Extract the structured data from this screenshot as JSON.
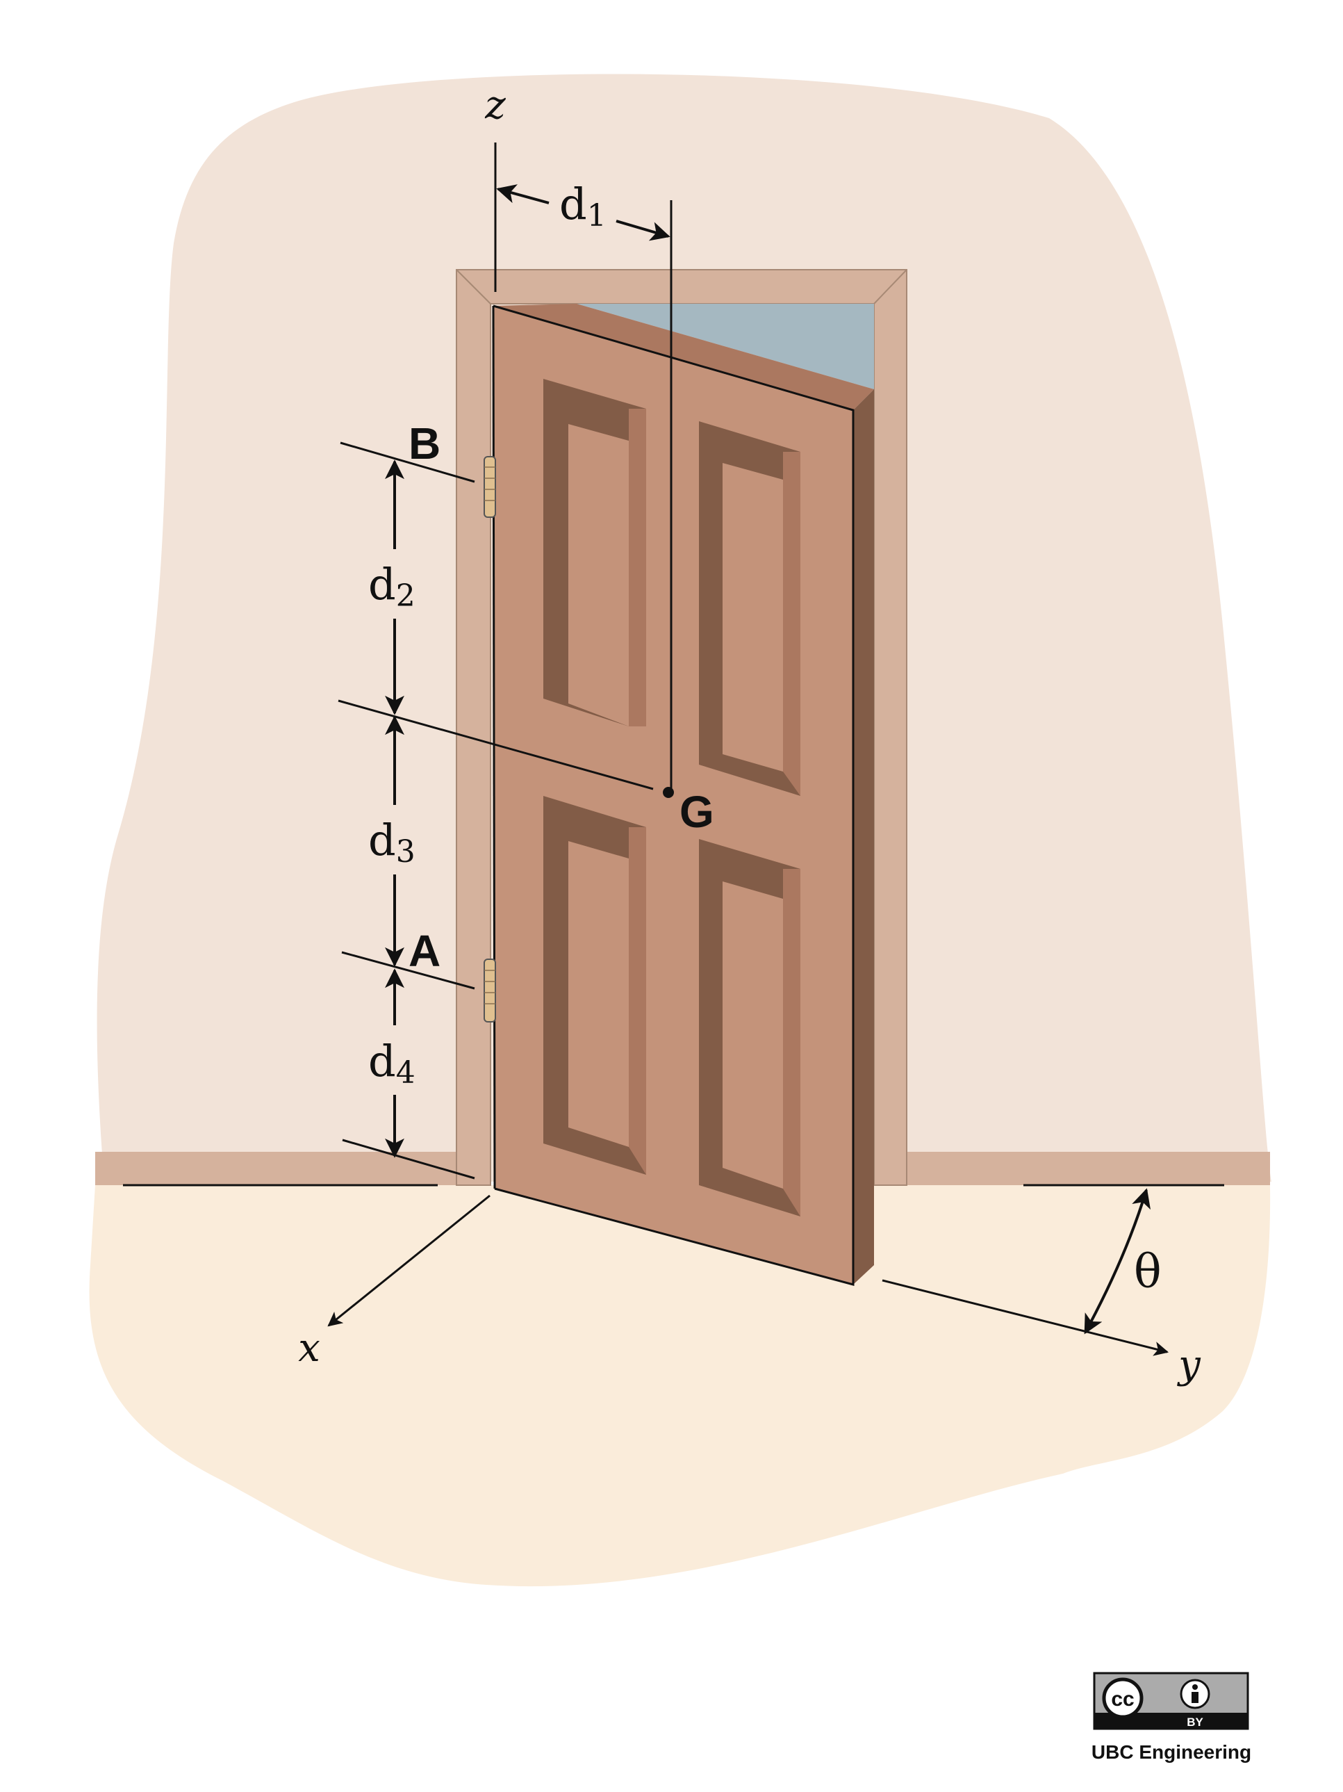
{
  "labels": {
    "axis_z": "z",
    "axis_x": "x",
    "axis_y": "y",
    "d1": "d",
    "d1_sub": "1",
    "d2": "d",
    "d2_sub": "2",
    "d3": "d",
    "d3_sub": "3",
    "d4": "d",
    "d4_sub": "4",
    "point_a": "A",
    "point_b": "B",
    "point_g": "G",
    "angle": "θ"
  },
  "license": {
    "cc": "cc",
    "by": "BY",
    "credit": "UBC Engineering"
  },
  "colors": {
    "wall": "#f2e3d8",
    "floor": "#faecda",
    "frame": "#d5b29d",
    "door_face": "#c4937a",
    "door_top": "#ab7860",
    "door_edge": "#825c47",
    "window": "#a5b8c1",
    "hinge": "#e0c090",
    "ink": "#111111"
  }
}
